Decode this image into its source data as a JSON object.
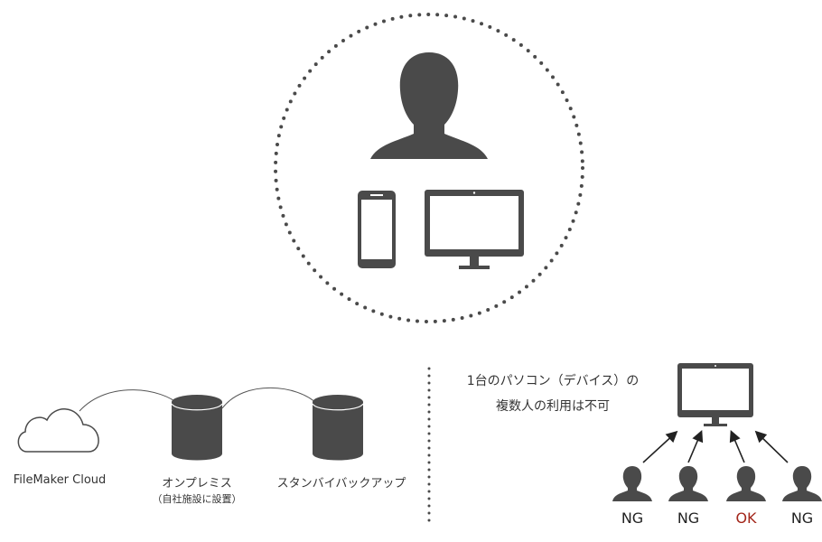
{
  "storage": {
    "cloud_label": "FileMaker Cloud",
    "onprem_label": "オンプレミス",
    "onprem_sublabel": "（自社施設に設置）",
    "backup_label": "スタンバイバックアップ"
  },
  "license": {
    "caption_line1": "1台のパソコン（デバイス）の",
    "caption_line2": "複数人の利用は不可",
    "users": [
      {
        "status": "NG",
        "color": "#222222"
      },
      {
        "status": "NG",
        "color": "#222222"
      },
      {
        "status": "OK",
        "color": "#a3271b"
      },
      {
        "status": "NG",
        "color": "#222222"
      }
    ]
  },
  "colors": {
    "icon": "#4a4a4a",
    "dots": "#4a4a4a",
    "ok": "#a3271b"
  }
}
